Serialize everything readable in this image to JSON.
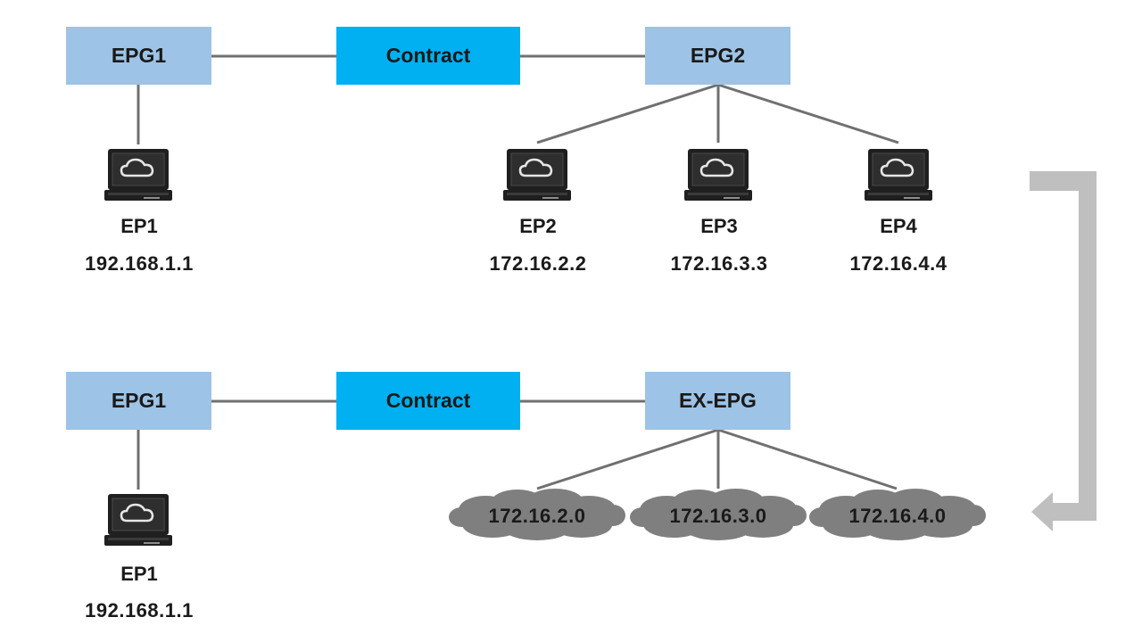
{
  "top": {
    "epg_left": "EPG1",
    "contract": "Contract",
    "epg_right": "EPG2",
    "endpoints": [
      {
        "name": "EP1",
        "ip": "192.168.1.1"
      },
      {
        "name": "EP2",
        "ip": "172.16.2.2"
      },
      {
        "name": "EP3",
        "ip": "172.16.3.3"
      },
      {
        "name": "EP4",
        "ip": "172.16.4.4"
      }
    ]
  },
  "bottom": {
    "epg_left": "EPG1",
    "contract": "Contract",
    "epg_right": "EX-EPG",
    "endpoint": {
      "name": "EP1",
      "ip": "192.168.1.1"
    },
    "networks": [
      "172.16.2.0",
      "172.16.3.0",
      "172.16.4.0"
    ]
  },
  "colors": {
    "epg": "#9dc3e6",
    "contract": "#00b0f0",
    "line": "#707070",
    "arrow": "#bfbfbf",
    "cloud": "#7f7f7f",
    "device": "#1f1f1f"
  },
  "icons": {
    "endpoint": "laptop-cloud-icon",
    "network": "cloud-icon",
    "transition": "elbow-arrow-icon"
  }
}
